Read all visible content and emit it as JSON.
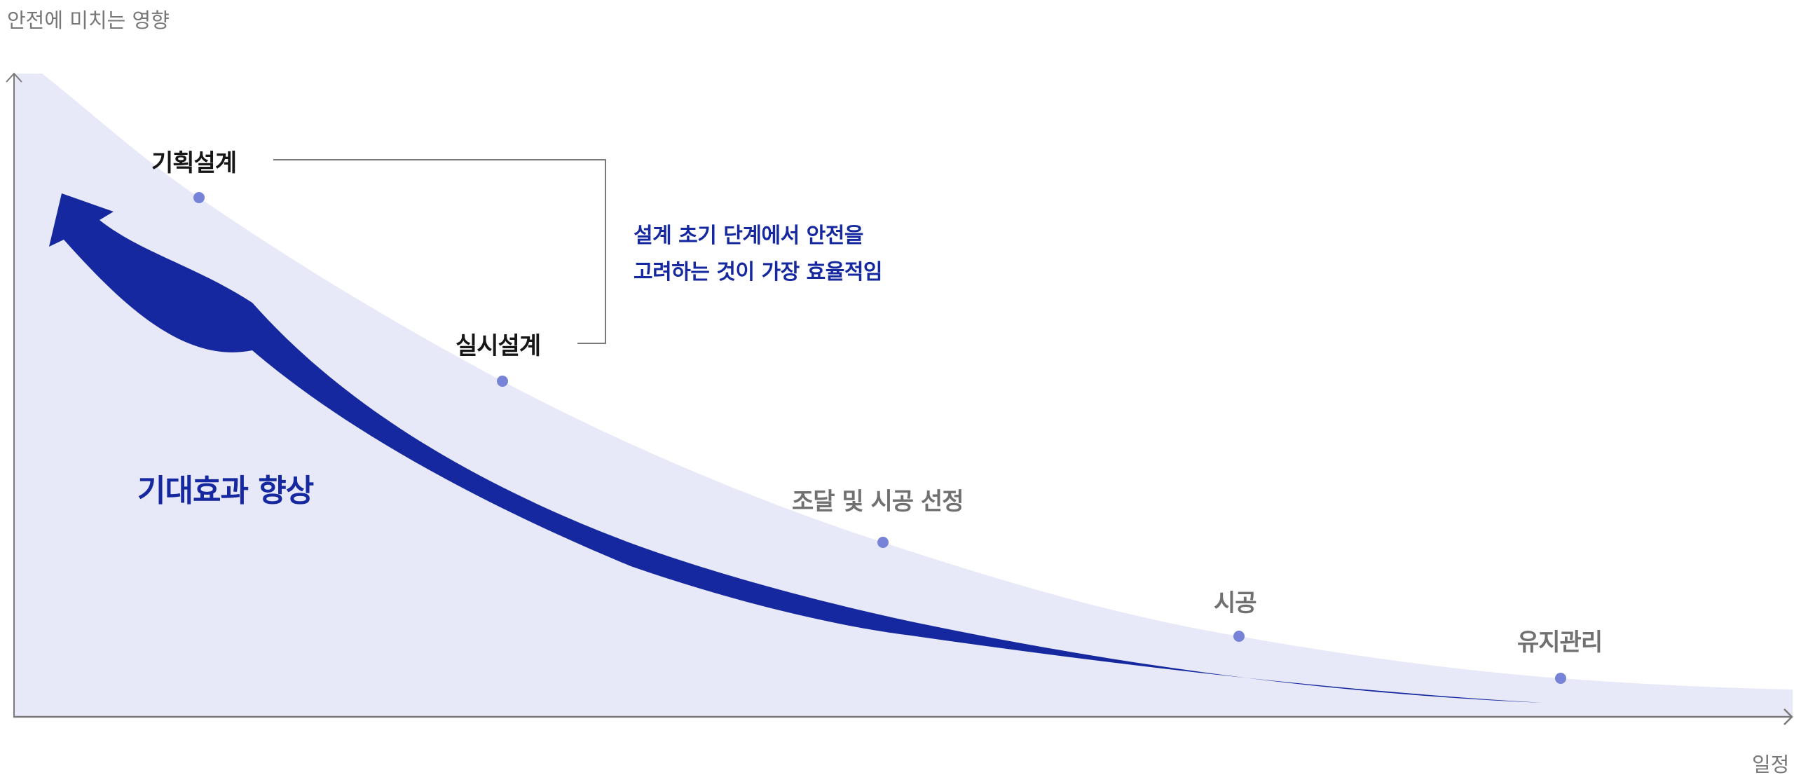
{
  "axes": {
    "y_label": "안전에 미치는 영향",
    "x_label": "일정"
  },
  "stages": [
    {
      "label": "기획설계",
      "emphasis": "dark"
    },
    {
      "label": "실시설계",
      "emphasis": "dark"
    },
    {
      "label": "조달 및 시공 선정",
      "emphasis": "gray"
    },
    {
      "label": "시공",
      "emphasis": "gray"
    },
    {
      "label": "유지관리",
      "emphasis": "gray"
    }
  ],
  "callout": {
    "line1": "설계 초기 단계에서 안전을",
    "line2": "고려하는 것이 가장 효율적임"
  },
  "effect_label": "기대효과 향상",
  "colors": {
    "fill": "#e8e9f8",
    "arrow": "#15289f",
    "dot": "#7683d6",
    "axis": "#7a7a7a",
    "text_dark": "#161616",
    "text_gray": "#707070"
  },
  "chart_data": {
    "type": "area",
    "title": "",
    "xlabel": "일정",
    "ylabel": "안전에 미치는 영향",
    "categories": [
      "기획설계",
      "실시설계",
      "조달 및 시공 선정",
      "시공",
      "유지관리"
    ],
    "values": [
      82,
      52,
      27,
      12,
      6
    ],
    "ylim": [
      0,
      100
    ],
    "grid": false,
    "annotations": [
      "설계 초기 단계에서 안전을 고려하는 것이 가장 효율적임",
      "기대효과 향상"
    ]
  }
}
